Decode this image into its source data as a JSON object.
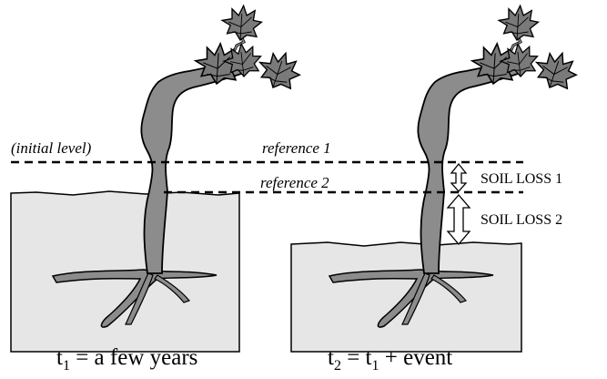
{
  "labels": {
    "initial_level": "(initial level)",
    "reference_1": "reference 1",
    "reference_2": "reference 2",
    "soil_loss_1": "SOIL LOSS 1",
    "soil_loss_2": "SOIL LOSS 2"
  },
  "captions": {
    "left": {
      "var": "t",
      "sub": "1",
      "rest": " = a few years"
    },
    "right": {
      "var": "t",
      "sub": "2",
      "eq": " = t",
      "sub2": "1",
      "rest": " + event"
    }
  },
  "colors": {
    "soil_fill": "#e6e6e6",
    "tree": "#8c8c8c",
    "leaf": "#7a7a7a",
    "outline": "#000000"
  },
  "icons": [
    "double-arrow-icon",
    "leaf-icon"
  ]
}
